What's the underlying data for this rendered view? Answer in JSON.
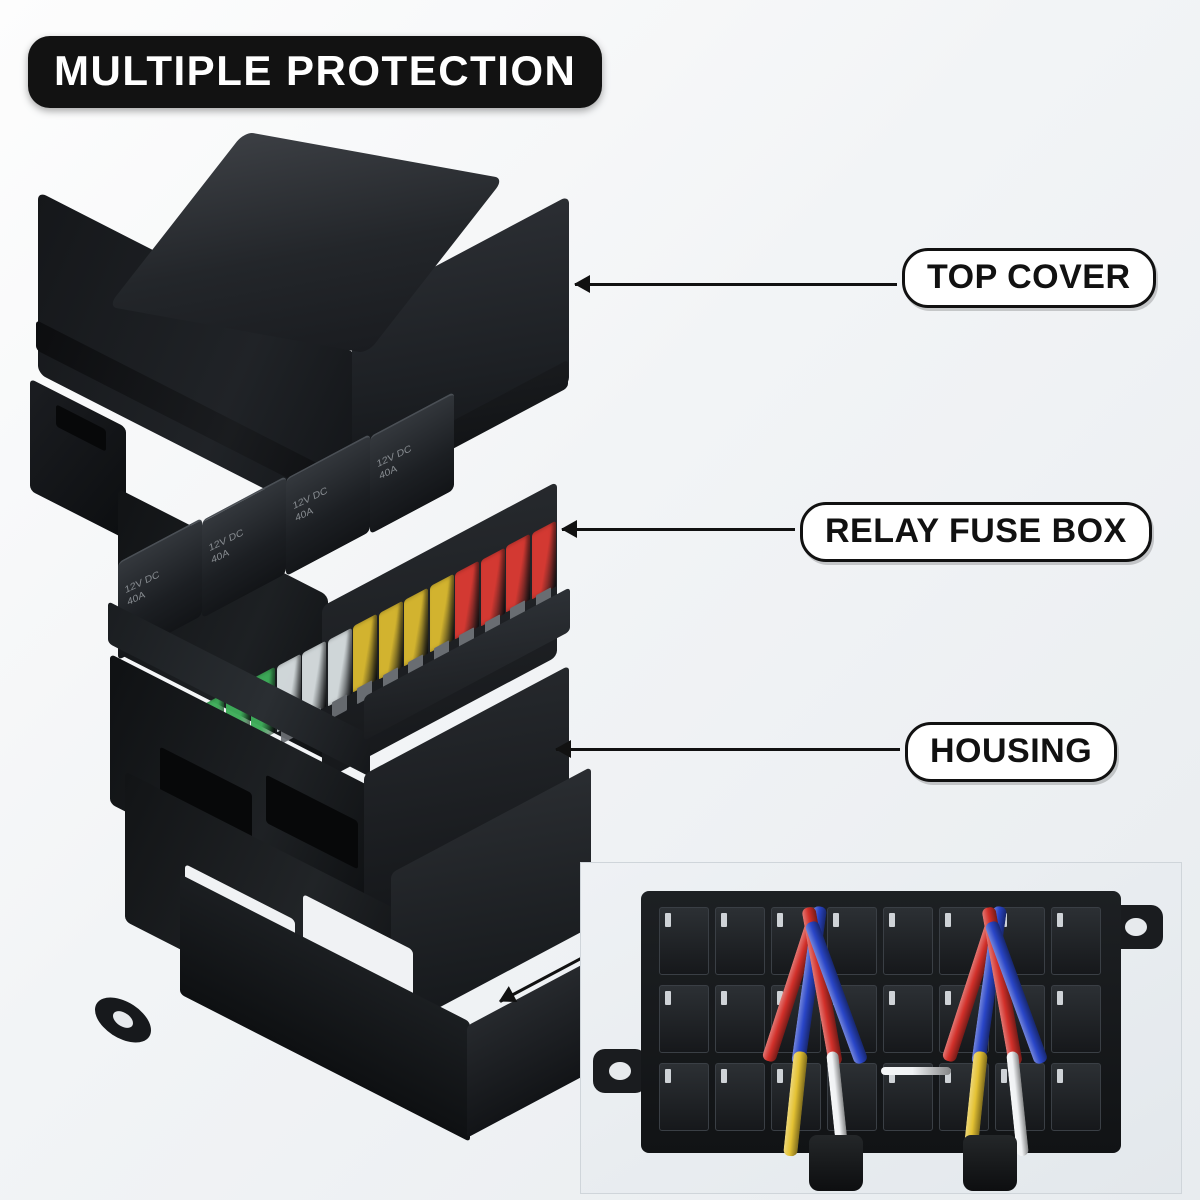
{
  "image": {
    "kind": "product-exploded-diagram",
    "subject": "Automotive relay fuse box assembly",
    "background_color": "#f1f4f6"
  },
  "title_banner": {
    "text": "MULTIPLE PROTECTION",
    "background_color": "#121212",
    "text_color": "#ffffff"
  },
  "callouts": [
    {
      "id": "top-cover",
      "label": "TOP COVER",
      "border_color": "#111111",
      "background_color": "#ffffff"
    },
    {
      "id": "relay-fuse-box",
      "label": "RELAY FUSE BOX",
      "border_color": "#111111",
      "background_color": "#ffffff"
    },
    {
      "id": "housing",
      "label": "HOUSING",
      "border_color": "#111111",
      "background_color": "#ffffff"
    }
  ],
  "relays": [
    {
      "text": "12V DC\n40A"
    },
    {
      "text": "12V DC\n40A"
    },
    {
      "text": "12V DC\n40A"
    },
    {
      "text": "12V DC\n40A"
    }
  ],
  "fuses": {
    "colors": {
      "green": "#3fae5a",
      "clear": "#dfe6e8",
      "yellow": "#d8b830",
      "red": "#d93a33"
    },
    "row": [
      "green",
      "green",
      "green",
      "clear",
      "clear",
      "clear",
      "yellow",
      "yellow",
      "yellow",
      "yellow",
      "red",
      "red",
      "red",
      "red"
    ]
  },
  "inset": {
    "caption": "",
    "wire_colors": {
      "red": "#d2302a",
      "blue": "#2a46c8",
      "white": "#f0f2f4",
      "yellow": "#e4c233",
      "black": "#141518"
    }
  }
}
